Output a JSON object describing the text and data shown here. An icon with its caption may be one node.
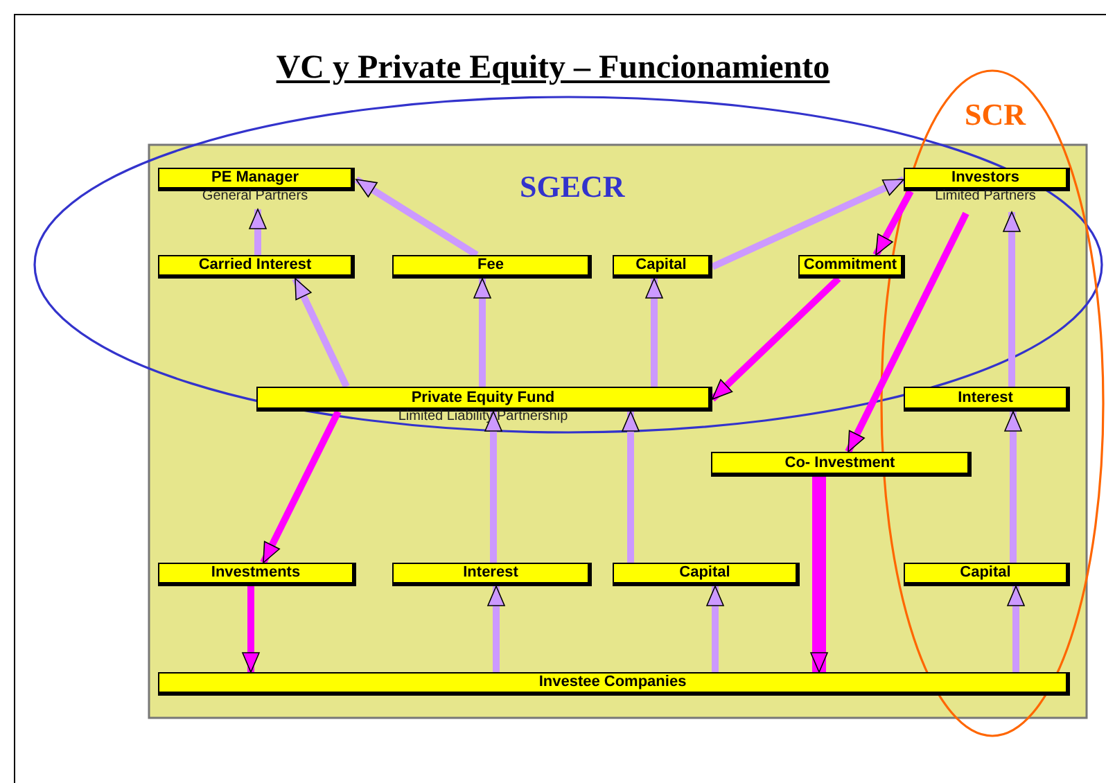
{
  "diagram": {
    "title": "VC y Private Equity – Funcionamiento",
    "nodes": [
      {
        "text": [
          "PE Manager"
        ],
        "beside": [
          "General Partners"
        ]
      },
      {
        "text": [
          "Investors"
        ],
        "beside": [
          "Limited Partners"
        ]
      },
      {
        "text": [
          "Carried Interest"
        ]
      },
      {
        "text": [
          "Fee"
        ]
      },
      {
        "text": [
          "Capital"
        ]
      },
      {
        "text": [
          "Commitment"
        ]
      },
      {
        "text": [
          "Private Equity Fund"
        ],
        "beside": [
          "Limited Liability Partnership"
        ]
      },
      {
        "text": [
          "Interest"
        ]
      },
      {
        "text": [
          "Co- Investment"
        ]
      },
      {
        "text": [
          "Investments"
        ]
      },
      {
        "text": [
          "Interest"
        ]
      },
      {
        "text": [
          "Capital"
        ]
      },
      {
        "text": [
          "Capital"
        ]
      },
      {
        "text": [
          "Investee Companies"
        ]
      }
    ],
    "edges": [
      {
        "from": 2,
        "to": 0,
        "arrow": "to"
      },
      {
        "from": 3,
        "to": 0,
        "arrow": "to"
      },
      {
        "from": 6,
        "to": 2,
        "arrow": "to"
      },
      {
        "from": 6,
        "to": 3,
        "arrow": "to"
      },
      {
        "from": 6,
        "to": 4,
        "arrow": "to"
      },
      {
        "from": 4,
        "to": 1,
        "arrow": "to"
      },
      {
        "from": 1,
        "to": 5,
        "arrow": "to",
        "color": "#ff00ff"
      },
      {
        "from": 5,
        "to": 6,
        "arrow": "to",
        "color": "#ff00ff"
      },
      {
        "from": 1,
        "to": 8,
        "arrow": "to",
        "color": "#ff00ff"
      },
      {
        "from": 7,
        "to": 1,
        "arrow": "to"
      },
      {
        "from": 6,
        "to": 9,
        "arrow": "to",
        "color": "#ff00ff"
      },
      {
        "from": 10,
        "to": 6,
        "arrow": "to"
      },
      {
        "from": 11,
        "to": 6,
        "arrow": "to"
      },
      {
        "from": 12,
        "to": 7,
        "arrow": "to"
      },
      {
        "from": 9,
        "to": 13,
        "arrow": "to",
        "color": "#ff00ff"
      },
      {
        "from": 13,
        "to": 10,
        "arrow": "to"
      },
      {
        "from": 13,
        "to": 11,
        "arrow": "to"
      },
      {
        "from": 13,
        "to": 12,
        "arrow": "to"
      },
      {
        "from": 8,
        "to": 13,
        "arrow": "to",
        "color": "#ff00ff",
        "style": "thick"
      }
    ],
    "labels": [
      "SGECR",
      "SCR"
    ]
  }
}
